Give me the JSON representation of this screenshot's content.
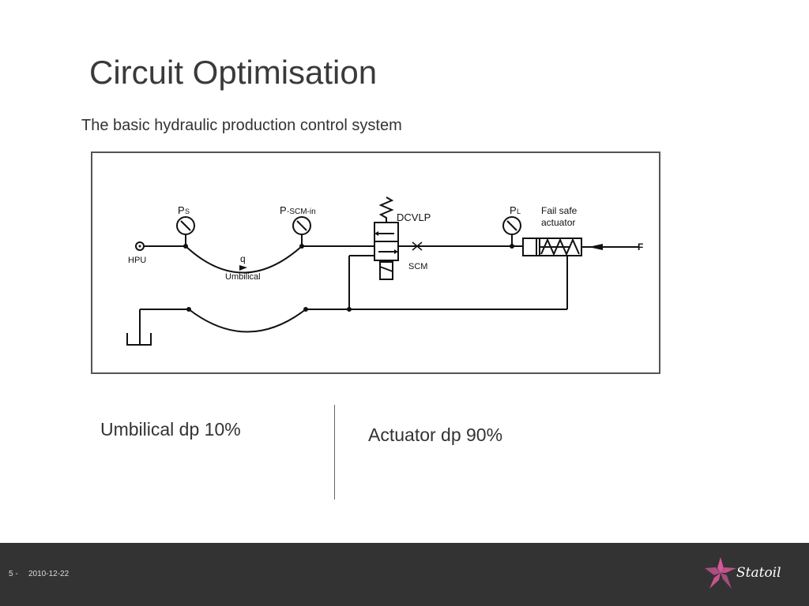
{
  "slide": {
    "title": "Circuit Optimisation",
    "subtitle": "The basic hydraulic production control system"
  },
  "diagram": {
    "labels": {
      "ps_main": "P",
      "ps_sub": "S",
      "pscm_main": "P",
      "pscm_sub": "-SCM-in",
      "pl_main": "P",
      "pl_sub": "L",
      "dcvlp": "DCVLP",
      "fail_safe_1": "Fail safe",
      "fail_safe_2": "actuator",
      "hpu": "HPU",
      "q": "q",
      "umbilical": "Umbilical",
      "scm": "SCM",
      "force": "F"
    }
  },
  "stats": {
    "umbilical_dp": "Umbilical dp 10%",
    "actuator_dp": "Actuator dp 90%"
  },
  "footer": {
    "page": "5 -",
    "date": "2010-12-22",
    "logo_text": "Statoil"
  },
  "colors": {
    "footer_bg": "#333333",
    "logo_pink": "#d6589a"
  }
}
